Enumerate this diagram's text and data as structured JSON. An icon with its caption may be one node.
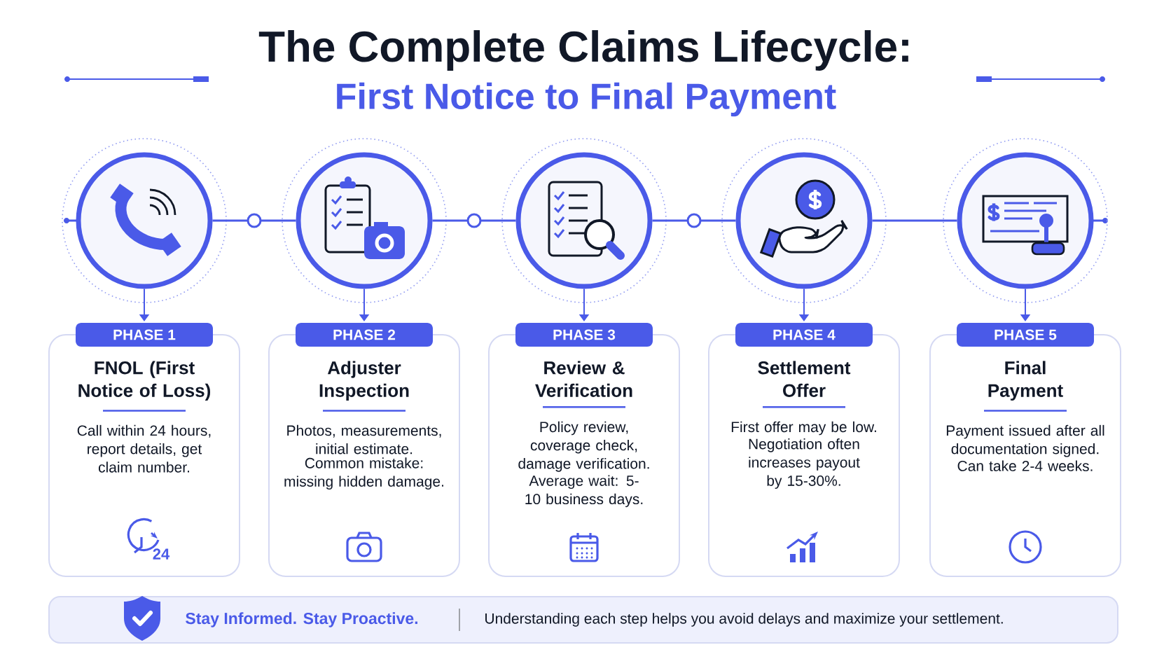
{
  "diagram": {
    "title": "The Complete Claims Lifecycle:",
    "nodes": [
      {
        "text": [],
        "shape": "circle"
      },
      {
        "text": [],
        "shape": "circle"
      },
      {
        "text": [],
        "shape": "circle"
      },
      {
        "text": [],
        "shape": "circle"
      },
      {
        "text": [],
        "shape": "circle"
      },
      {
        "text": [
          "PHASE 1",
          "FNOL (First Notice of Loss)",
          "Call within 24 hours, report details, get claim number."
        ]
      },
      {
        "text": [
          "PHASE 2",
          "Adjuster Inspection",
          "Photos, measurements, initial estimate.",
          "Common mistake: missing hidden damage."
        ]
      },
      {
        "text": [
          "PHASE 3",
          "Review & Verification",
          "Policy review, coverage check, damage verification.",
          "Average wait: 5-10 business days."
        ]
      },
      {
        "text": [
          "PHASE 4",
          "Settlement Offer",
          "First offer may be low.",
          "Negotiation often increases payout by 15-30%."
        ]
      },
      {
        "text": [
          "PHASE 5",
          "Final Payment",
          "Payment issued after all documentation signed.",
          "Can take 2-4 weeks."
        ]
      },
      {
        "text": [
          "Stay Informed. Stay Proactive.",
          "Understanding each step helps you avoid delays and maximize your settlement."
        ]
      }
    ],
    "edges": [
      {
        "from": 0,
        "to": 1,
        "arrow": "none"
      },
      {
        "from": 1,
        "to": 2,
        "arrow": "none"
      },
      {
        "from": 2,
        "to": 3,
        "arrow": "none"
      },
      {
        "from": 3,
        "to": 4,
        "arrow": "none"
      },
      {
        "from": 0,
        "to": 5,
        "arrow": "to"
      },
      {
        "from": 1,
        "to": 6,
        "arrow": "to"
      },
      {
        "from": 2,
        "to": 7,
        "arrow": "to"
      },
      {
        "from": 3,
        "to": 8,
        "arrow": "to"
      },
      {
        "from": 4,
        "to": 9,
        "arrow": "to"
      }
    ],
    "labels": [
      "First Notice to Final Payment",
      "24"
    ]
  }
}
